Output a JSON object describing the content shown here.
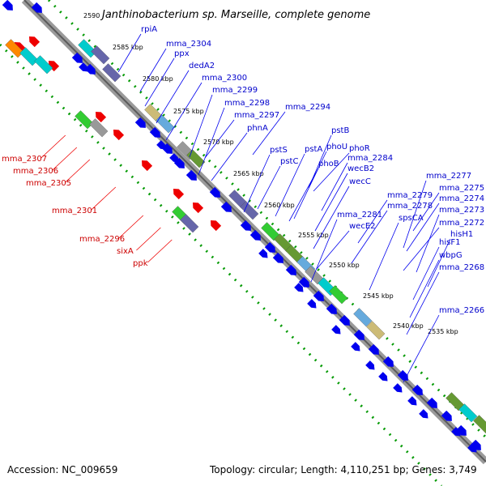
{
  "title": "Janthinobacterium sp. Marseille, complete genome",
  "title_position_label": "2590",
  "footer": {
    "accession": "Accession: NC_009659",
    "topology": "Topology: circular; Length: 4,110,251 bp; Genes: 3,749"
  },
  "colors": {
    "forward_gene": "#0000ee",
    "reverse_gene": "#ee0000",
    "backbone": "#808080",
    "gc_ticks": "#009900",
    "cog_cyan": "#00cccc",
    "cog_slate": "#6666aa",
    "cog_olive": "#669933",
    "cog_green": "#33cc33",
    "cog_gray": "#999999",
    "cog_tan": "#ccbb77",
    "cog_skyblue": "#66aadd",
    "cog_orange": "#ff8800"
  },
  "kbp_labels": [
    "2585 kbp",
    "2580 kbp",
    "2575 kbp",
    "2570 kbp",
    "2565 kbp",
    "2560 kbp",
    "2555 kbp",
    "2550 kbp",
    "2545 kbp",
    "2540 kbp",
    "2535 kbp"
  ],
  "blue_genes": [
    "rpiA",
    "mma_2304",
    "ppx",
    "dedA2",
    "mma_2300",
    "mma_2299",
    "mma_2298",
    "mma_2297",
    "mma_2294",
    "phnA",
    "pstB",
    "pstS",
    "pstA",
    "phoU",
    "phoR",
    "pstC",
    "mma_2284",
    "phoB",
    "wecB2",
    "wecC",
    "mma_2277",
    "mma_2275",
    "mma_2279",
    "mma_2274",
    "mma_2278",
    "mma_2273",
    "mma_2281",
    "spsCA",
    "wecE2",
    "mma_2272",
    "hisH1",
    "hisF1",
    "wbpG",
    "mma_2268",
    "mma_2266"
  ],
  "red_genes": [
    "mma_2307",
    "mma_2306",
    "mma_2305",
    "mma_2301",
    "mma_2296",
    "sixA",
    "ppk"
  ]
}
